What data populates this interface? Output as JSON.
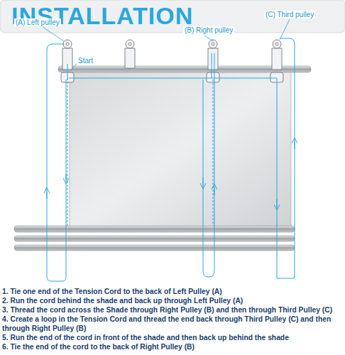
{
  "diagram": {
    "title": "INSTALLATION",
    "labels": [
      "(A) Left pulley",
      "Start",
      "(B) Right pulley",
      "(C) Third pulley",
      "1. Tie one end of the Tension Cord to the back of Left Pulley (A)",
      "2. Run the cord behind the shade and back up through Left Pulley (A)",
      "3. Thread the cord across the Shade through Right Pulley (B) and then through Third Pulley (C)",
      "4. Create a loop in the Tension Cord and thread the end back through Third Pulley (C) and then through Right Pulley (B)",
      "5. Run the end of the cord in front of the shade and then back up behind the shade",
      "6. Tie the end of the cord to the back of Right Pulley (B)"
    ]
  }
}
